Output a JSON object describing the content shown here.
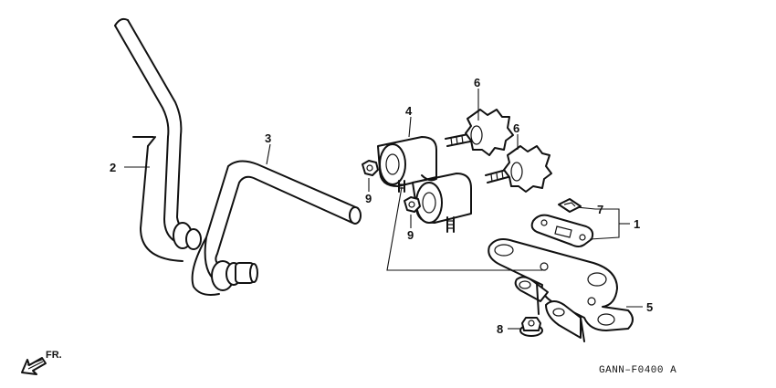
{
  "callouts": {
    "c1": "1",
    "c2": "2",
    "c3": "3",
    "c4": "4",
    "c5": "5",
    "c6a": "6",
    "c6b": "6",
    "c7": "7",
    "c8": "8",
    "c9a": "9",
    "c9b": "9"
  },
  "front_indicator": "FR.",
  "drawing_code": "GANN–F0400 A"
}
